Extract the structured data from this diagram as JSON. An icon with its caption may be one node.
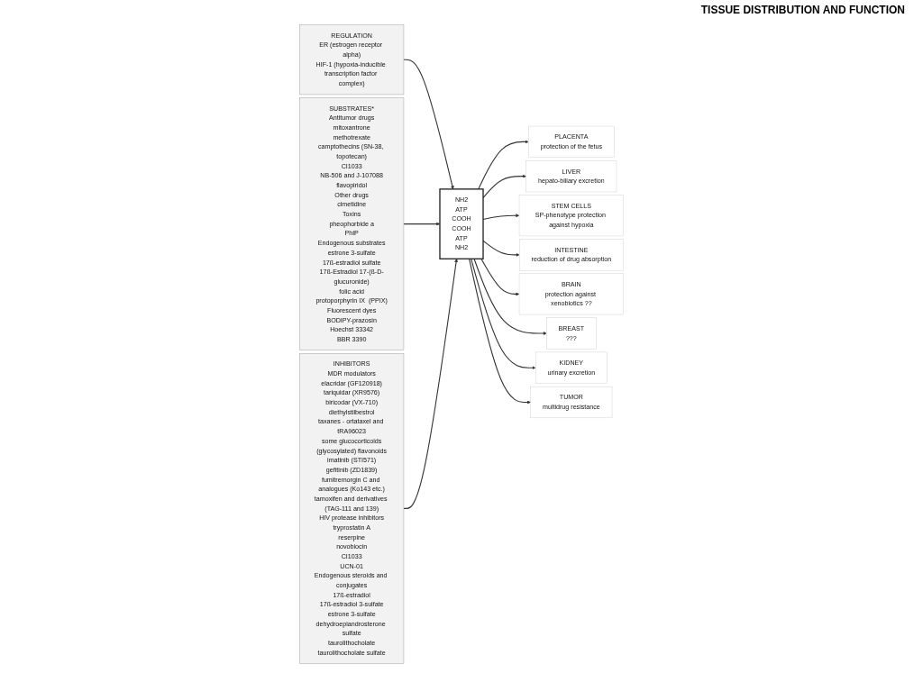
{
  "diagram": {
    "nodes": [
      {
        "text": [
          "REGULATION",
          "ER (estrogen receptor alpha)",
          "HIF-1 (hypoxia-inducible transcription factor complex)"
        ]
      },
      {
        "text": [
          "SUBSTRATES*",
          "Antitumor drugs",
          "mitoxantrone",
          "methotrexate",
          "camptothecins (SN-38, topotecan)",
          "CI1033",
          "NB-506 and J-107088",
          "flavopiridol",
          "Other drugs",
          "cimetidine",
          "Toxins",
          "pheophorbide a",
          "PhIP",
          "Endogenous substrates",
          "estrone 3-sulfate",
          "17ß-estradiol sulfate",
          "17ß-Estradiol 17-(ß-D-glucuronide)",
          "folic acid",
          "protoporphyrin IX  (PPIX)",
          "Fluorescent dyes",
          "BODIPY-prazosin",
          "Hoechst 33342",
          "BBR 3390"
        ]
      },
      {
        "text": [
          "INHIBITORS",
          "MDR modulators",
          "elacridar (GF120918)",
          "tariquidar (XR9576)",
          "biricodar (VX-710)",
          "diethylstilbestrol",
          "taxanes - ortataxel and tRA96023",
          "some glucocorticoids",
          "(glycosylated) flavonoids",
          "imatinib (STI571)",
          "gefitinib (ZD1839)",
          "fumitremorgin C and analogues (Ko143 etc.)",
          "tamoxifen and derivatives (TAG-111 and 139)",
          "HIV protease inhibitors",
          "tryprostatin A",
          "reserpine",
          "novobiocin",
          "CI1033",
          "UCN-01",
          "Endogenous steroids and conjugates",
          "17ß-estradiol",
          "17ß-estradiol 3-sulfate",
          "estrone 3-sulfate",
          "dehydroepiandrosterone sulfate",
          "taurolithocholate",
          "taurolithocholate sulfate"
        ]
      },
      {
        "text": [
          "NH2",
          "ATP",
          "COOH",
          "COOH",
          "ATP",
          "NH2"
        ]
      },
      {
        "text": [
          "PLACENTA",
          "protection of the fetus"
        ]
      },
      {
        "text": [
          "LIVER",
          "hepato-biliary excretion"
        ]
      },
      {
        "text": [
          "STEM CELLS",
          "SP-phenotype protection against hypoxia"
        ]
      },
      {
        "text": [
          "INTESTINE",
          "reduction of drug absorption"
        ]
      },
      {
        "text": [
          "BRAIN",
          "protection against xenobiotics ??"
        ]
      },
      {
        "text": [
          "BREAST",
          "???"
        ]
      },
      {
        "text": [
          "KIDNEY",
          "urinary excretion"
        ]
      },
      {
        "text": [
          "TUMOR",
          "multidrug resistance"
        ]
      }
    ],
    "edges": [
      {
        "from": 0,
        "to": 3,
        "arrow": "to"
      },
      {
        "from": 1,
        "to": 3,
        "arrow": "to"
      },
      {
        "from": 2,
        "to": 3,
        "arrow": "to"
      },
      {
        "from": 3,
        "to": 4,
        "arrow": "to"
      },
      {
        "from": 3,
        "to": 5,
        "arrow": "to"
      },
      {
        "from": 3,
        "to": 6,
        "arrow": "to"
      },
      {
        "from": 3,
        "to": 7,
        "arrow": "to"
      },
      {
        "from": 3,
        "to": 8,
        "arrow": "to"
      },
      {
        "from": 3,
        "to": 9,
        "arrow": "to"
      },
      {
        "from": 3,
        "to": 10,
        "arrow": "to"
      },
      {
        "from": 3,
        "to": 11,
        "arrow": "to"
      }
    ],
    "labels": [
      "TISSUE DISTRIBUTION AND FUNCTION"
    ]
  }
}
